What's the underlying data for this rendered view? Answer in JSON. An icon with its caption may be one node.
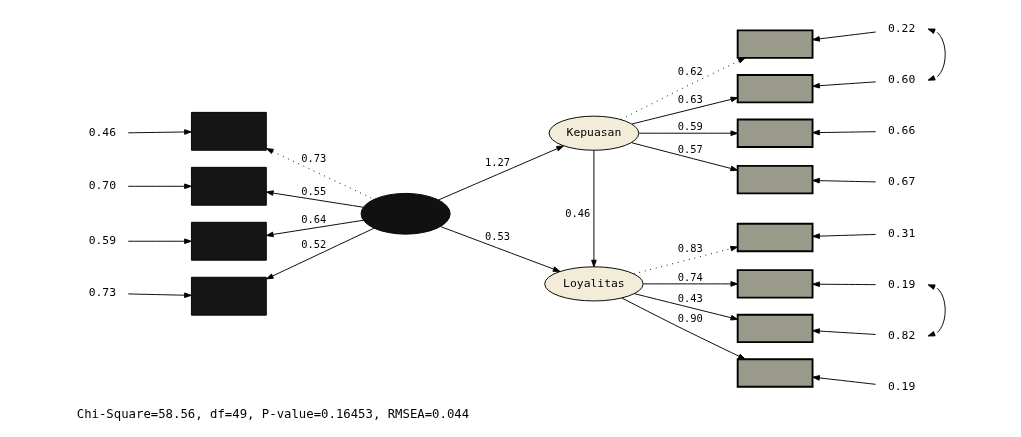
{
  "diagram": {
    "caption": "Chi-Square=58.56, df=49, P-value=0.16453, RMSEA=0.044",
    "nodes": [
      {
        "text": [],
        "shape": "ellipse"
      },
      {
        "text": [
          "Kepuasan"
        ]
      },
      {
        "text": [
          "Loyalitas"
        ]
      },
      {
        "text": [],
        "shape": "box"
      },
      {
        "text": [],
        "shape": "box"
      },
      {
        "text": [],
        "shape": "box"
      },
      {
        "text": [],
        "shape": "box"
      },
      {
        "text": [],
        "shape": "box"
      },
      {
        "text": [],
        "shape": "box"
      },
      {
        "text": [],
        "shape": "box"
      },
      {
        "text": [],
        "shape": "box"
      },
      {
        "text": [],
        "shape": "box"
      },
      {
        "text": [],
        "shape": "box"
      },
      {
        "text": [],
        "shape": "box"
      },
      {
        "text": [],
        "shape": "box"
      },
      {
        "text": [
          "0.46"
        ]
      },
      {
        "text": [
          "0.70"
        ]
      },
      {
        "text": [
          "0.59"
        ]
      },
      {
        "text": [
          "0.73"
        ]
      },
      {
        "text": [
          "0.22"
        ]
      },
      {
        "text": [
          "0.60"
        ]
      },
      {
        "text": [
          "0.66"
        ]
      },
      {
        "text": [
          "0.67"
        ]
      },
      {
        "text": [
          "0.31"
        ]
      },
      {
        "text": [
          "0.19"
        ]
      },
      {
        "text": [
          "0.82"
        ]
      },
      {
        "text": [
          "0.19"
        ]
      }
    ],
    "edges": [
      {
        "from": 0,
        "to": 3,
        "arrow": "to",
        "label": "0.73",
        "style": "dashed"
      },
      {
        "from": 0,
        "to": 4,
        "arrow": "to",
        "label": "0.55"
      },
      {
        "from": 0,
        "to": 5,
        "arrow": "to",
        "label": "0.64"
      },
      {
        "from": 0,
        "to": 6,
        "arrow": "to",
        "label": "0.52"
      },
      {
        "from": 0,
        "to": 1,
        "arrow": "to",
        "label": "1.27"
      },
      {
        "from": 0,
        "to": 2,
        "arrow": "to",
        "label": "0.53"
      },
      {
        "from": 1,
        "to": 2,
        "arrow": "to",
        "label": "0.46"
      },
      {
        "from": 1,
        "to": 7,
        "arrow": "to",
        "label": "0.62",
        "style": "dashed"
      },
      {
        "from": 1,
        "to": 8,
        "arrow": "to",
        "label": "0.63"
      },
      {
        "from": 1,
        "to": 9,
        "arrow": "to",
        "label": "0.59"
      },
      {
        "from": 1,
        "to": 10,
        "arrow": "to",
        "label": "0.57"
      },
      {
        "from": 2,
        "to": 11,
        "arrow": "to",
        "label": "0.83",
        "style": "dashed"
      },
      {
        "from": 2,
        "to": 12,
        "arrow": "to",
        "label": "0.74"
      },
      {
        "from": 2,
        "to": 13,
        "arrow": "to",
        "label": "0.43"
      },
      {
        "from": 2,
        "to": 14,
        "arrow": "to",
        "label": "0.90"
      },
      {
        "from": 15,
        "to": 3,
        "arrow": "to"
      },
      {
        "from": 16,
        "to": 4,
        "arrow": "to"
      },
      {
        "from": 17,
        "to": 5,
        "arrow": "to"
      },
      {
        "from": 18,
        "to": 6,
        "arrow": "to"
      },
      {
        "from": 19,
        "to": 7,
        "arrow": "to"
      },
      {
        "from": 20,
        "to": 8,
        "arrow": "to"
      },
      {
        "from": 21,
        "to": 9,
        "arrow": "to"
      },
      {
        "from": 22,
        "to": 10,
        "arrow": "to"
      },
      {
        "from": 23,
        "to": 11,
        "arrow": "to"
      },
      {
        "from": 24,
        "to": 12,
        "arrow": "to"
      },
      {
        "from": 25,
        "to": 13,
        "arrow": "to"
      },
      {
        "from": 26,
        "to": 14,
        "arrow": "to"
      },
      {
        "from": 19,
        "to": 20,
        "arrow": "both"
      },
      {
        "from": 24,
        "to": 25,
        "arrow": "both"
      }
    ]
  }
}
